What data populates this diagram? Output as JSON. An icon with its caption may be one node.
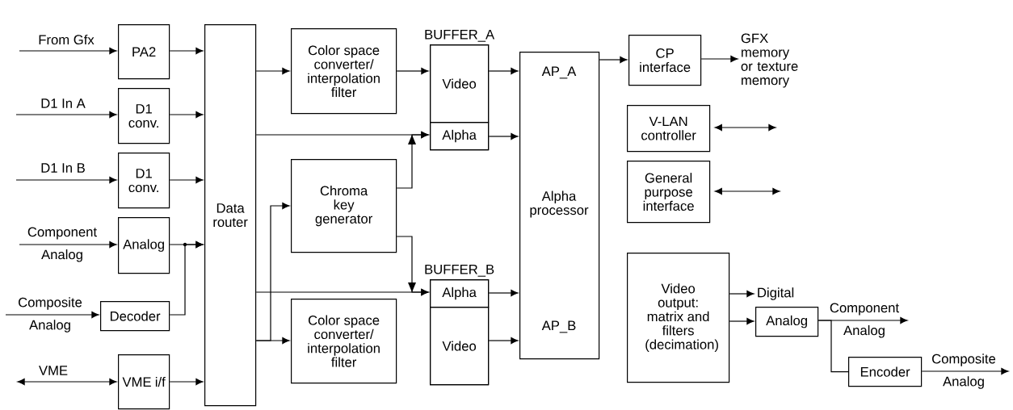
{
  "diagram": {
    "nodes": [
      {
        "text": [
          "PA2"
        ]
      },
      {
        "text": [
          "D1 conv."
        ]
      },
      {
        "text": [
          "D1 conv."
        ]
      },
      {
        "text": [
          "Analog"
        ]
      },
      {
        "text": [
          "Decoder"
        ]
      },
      {
        "text": [
          "VME i/f"
        ]
      },
      {
        "text": [
          "Data router"
        ]
      },
      {
        "text": [
          "Color space converter/ interpolation filter"
        ]
      },
      {
        "text": [
          "BUFFER_A"
        ]
      },
      {
        "text": [
          "Video"
        ],
        "in": 8
      },
      {
        "text": [
          "Alpha"
        ],
        "in": 8
      },
      {
        "text": [
          "Chroma key generator"
        ]
      },
      {
        "text": [
          "BUFFER_B"
        ]
      },
      {
        "text": [
          "Alpha"
        ],
        "in": 12
      },
      {
        "text": [
          "Video"
        ],
        "in": 12
      },
      {
        "text": [
          "Color space converter/ interpolation filter"
        ]
      },
      {
        "text": [
          "AP_A",
          "Alpha processor",
          "AP_B"
        ]
      },
      {
        "text": [
          "CP interface"
        ]
      },
      {
        "text": [
          "GFX memory or texture memory"
        ]
      },
      {
        "text": [
          "V-LAN controller"
        ]
      },
      {
        "text": [
          "General purpose interface"
        ]
      },
      {
        "text": [
          "Video output: matrix and filters (decimation)"
        ]
      },
      {
        "text": [
          "Digital"
        ]
      },
      {
        "text": [
          "Analog"
        ]
      },
      {
        "text": [
          "Encoder"
        ]
      }
    ],
    "edges": [
      {
        "from": null,
        "to": 0,
        "arrow": "to",
        "label": "From Gfx"
      },
      {
        "from": null,
        "to": 1,
        "arrow": "to",
        "label": "D1 In A"
      },
      {
        "from": null,
        "to": 2,
        "arrow": "to",
        "label": "D1 In B"
      },
      {
        "from": null,
        "to": 3,
        "arrow": "to",
        "label": "Component Analog"
      },
      {
        "from": null,
        "to": 4,
        "arrow": "to",
        "label": "Composite Analog"
      },
      {
        "from": null,
        "to": 5,
        "arrow": "both",
        "label": "VME"
      },
      {
        "from": 0,
        "to": 6,
        "arrow": "to"
      },
      {
        "from": 1,
        "to": 6,
        "arrow": "to"
      },
      {
        "from": 2,
        "to": 6,
        "arrow": "to"
      },
      {
        "from": 3,
        "to": 6,
        "arrow": "to"
      },
      {
        "from": 4,
        "to": 6,
        "arrow": "to"
      },
      {
        "from": 5,
        "to": 6,
        "arrow": "to"
      },
      {
        "from": 6,
        "to": 7,
        "arrow": "to"
      },
      {
        "from": 6,
        "to": 10,
        "arrow": "to"
      },
      {
        "from": 6,
        "to": 11,
        "arrow": "to"
      },
      {
        "from": 6,
        "to": 13,
        "arrow": "to"
      },
      {
        "from": 6,
        "to": 15,
        "arrow": "to"
      },
      {
        "from": 7,
        "to": 9,
        "arrow": "to"
      },
      {
        "from": 11,
        "to": 10,
        "arrow": "to"
      },
      {
        "from": 11,
        "to": 13,
        "arrow": "to"
      },
      {
        "from": 9,
        "to": 16,
        "arrow": "to"
      },
      {
        "from": 10,
        "to": 16,
        "arrow": "to"
      },
      {
        "from": 13,
        "to": 16,
        "arrow": "to"
      },
      {
        "from": 14,
        "to": 16,
        "arrow": "to"
      },
      {
        "from": 16,
        "to": 17,
        "arrow": "to"
      },
      {
        "from": 17,
        "to": 18,
        "arrow": "to"
      },
      {
        "from": 19,
        "to": null,
        "arrow": "both"
      },
      {
        "from": 20,
        "to": null,
        "arrow": "both"
      },
      {
        "from": 21,
        "to": 22,
        "arrow": "to"
      },
      {
        "from": 21,
        "to": 23,
        "arrow": "to"
      },
      {
        "from": 23,
        "to": null,
        "arrow": "to",
        "label": "Component Analog"
      },
      {
        "from": 23,
        "to": 24,
        "arrow": "none"
      },
      {
        "from": 24,
        "to": null,
        "arrow": "to",
        "label": "Composite Analog"
      }
    ]
  }
}
